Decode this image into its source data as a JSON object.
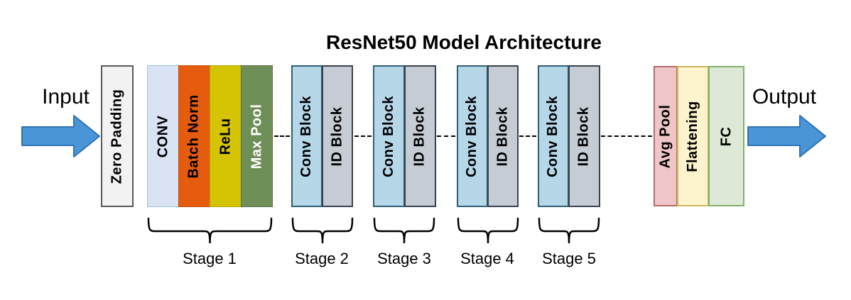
{
  "title": "ResNet50 Model Architecture",
  "io": {
    "input_label": "Input",
    "output_label": "Output"
  },
  "palette": {
    "arrow_fill": "#4a94d8",
    "arrow_stroke": "#2e75b6",
    "connector_color": "#000000",
    "brace_color": "#000000",
    "background": "#ffffff",
    "title_color": "#000000"
  },
  "blocks": {
    "zero_padding": {
      "label": "Zero Padding",
      "fill": "#f2f2f2",
      "border": "#595959",
      "text_color": "#000000"
    },
    "stage1": [
      {
        "label": "CONV",
        "fill": "#dae3f3",
        "border": "#9dc3e6",
        "text_color": "#000000"
      },
      {
        "label": "Batch Norm",
        "fill": "#e55c0f",
        "border": "#c14e08",
        "text_color": "#000000"
      },
      {
        "label": "ReLu",
        "fill": "#d4c404",
        "border": "#b3a503",
        "text_color": "#000000"
      },
      {
        "label": "Max Pool",
        "fill": "#6e8f58",
        "border": "#566f44",
        "text_color": "#ffffff"
      }
    ],
    "conv_block": {
      "label": "Conv Block",
      "fill": "#b5d7e8",
      "border": "#2e6075",
      "text_color": "#000000"
    },
    "id_block": {
      "label": "ID Block",
      "fill": "#c5ccd4",
      "border": "#39414f",
      "text_color": "#000000"
    },
    "tail": [
      {
        "label": "Avg Pool",
        "fill": "#eec6c7",
        "border": "#b96a6c",
        "text_color": "#000000"
      },
      {
        "label": "Flattening",
        "fill": "#fdf3cd",
        "border": "#cdb85c",
        "text_color": "#000000"
      },
      {
        "label": "FC",
        "fill": "#dde9d6",
        "border": "#84b06c",
        "text_color": "#000000"
      }
    ]
  },
  "stage_labels": [
    "Stage 1",
    "Stage 2",
    "Stage 3",
    "Stage 4",
    "Stage 5"
  ]
}
